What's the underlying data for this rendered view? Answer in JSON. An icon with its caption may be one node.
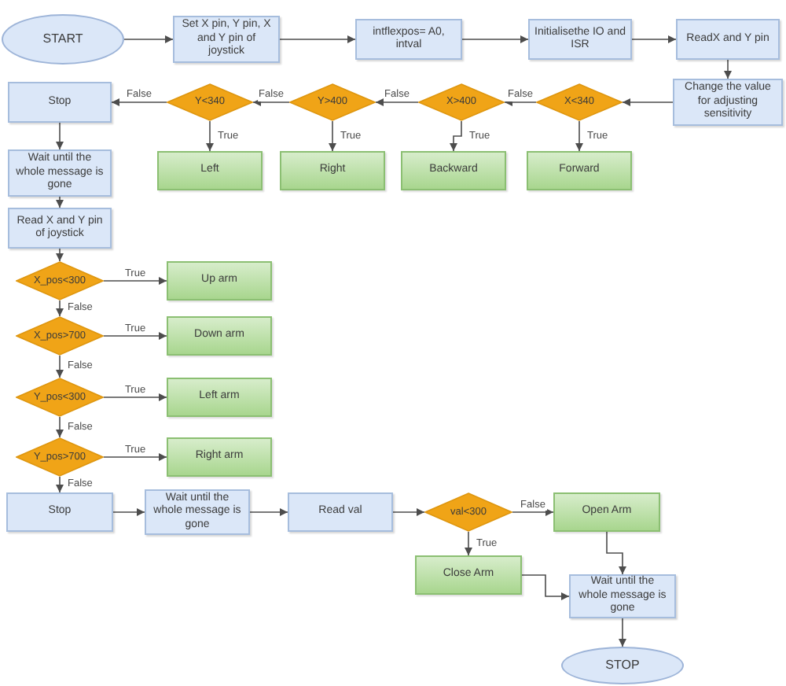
{
  "diagram": {
    "nodes": [
      {
        "text": [
          "START"
        ]
      },
      {
        "text": [
          "Set X pin, Y pin, X and Y pin of joystick"
        ]
      },
      {
        "text": [
          "intflexpos= A0, intval"
        ]
      },
      {
        "text": [
          "Initialisethe IO and ISR"
        ]
      },
      {
        "text": [
          "ReadX and Y pin"
        ]
      },
      {
        "text": [
          "Change the value for adjusting sensitivity"
        ]
      },
      {
        "text": [
          "Stop"
        ]
      },
      {
        "text": [
          "Y<340"
        ]
      },
      {
        "text": [
          "Y>400"
        ]
      },
      {
        "text": [
          "X>400"
        ]
      },
      {
        "text": [
          "X<340"
        ]
      },
      {
        "text": [
          "Left"
        ]
      },
      {
        "text": [
          "Right"
        ]
      },
      {
        "text": [
          "Backward"
        ]
      },
      {
        "text": [
          "Forward"
        ]
      },
      {
        "text": [
          "Wait until the whole message is gone"
        ]
      },
      {
        "text": [
          "Read X and Y pin of joystick"
        ]
      },
      {
        "text": [
          "X_pos<300"
        ]
      },
      {
        "text": [
          "Up arm"
        ]
      },
      {
        "text": [
          "X_pos>700"
        ]
      },
      {
        "text": [
          "Down arm"
        ]
      },
      {
        "text": [
          "Y_pos<300"
        ]
      },
      {
        "text": [
          "Left arm"
        ]
      },
      {
        "text": [
          "Y_pos>700"
        ]
      },
      {
        "text": [
          "Right arm"
        ]
      },
      {
        "text": [
          "Stop"
        ]
      },
      {
        "text": [
          "Wait until the whole message is gone"
        ]
      },
      {
        "text": [
          "Read val"
        ]
      },
      {
        "text": [
          "val<300"
        ]
      },
      {
        "text": [
          "Open Arm"
        ]
      },
      {
        "text": [
          "Close Arm"
        ]
      },
      {
        "text": [
          "Wait until the whole message is gone"
        ]
      },
      {
        "text": [
          "STOP"
        ]
      }
    ],
    "edges": [
      {
        "from": 0,
        "to": 1,
        "arrow": "to"
      },
      {
        "from": 1,
        "to": 2,
        "arrow": "to"
      },
      {
        "from": 2,
        "to": 3,
        "arrow": "to"
      },
      {
        "from": 3,
        "to": 4,
        "arrow": "to"
      },
      {
        "from": 4,
        "to": 5,
        "arrow": "to"
      },
      {
        "from": 5,
        "to": 10,
        "arrow": "to"
      },
      {
        "from": 10,
        "to": 9,
        "label": "False",
        "arrow": "to"
      },
      {
        "from": 9,
        "to": 8,
        "label": "False",
        "arrow": "to"
      },
      {
        "from": 8,
        "to": 7,
        "label": "False",
        "arrow": "to"
      },
      {
        "from": 7,
        "to": 6,
        "label": "False",
        "arrow": "to"
      },
      {
        "from": 10,
        "to": 14,
        "label": "True",
        "arrow": "to"
      },
      {
        "from": 9,
        "to": 13,
        "label": "True",
        "arrow": "to"
      },
      {
        "from": 8,
        "to": 12,
        "label": "True",
        "arrow": "to"
      },
      {
        "from": 7,
        "to": 11,
        "label": "True",
        "arrow": "to"
      },
      {
        "from": 6,
        "to": 15,
        "arrow": "to"
      },
      {
        "from": 15,
        "to": 16,
        "arrow": "to"
      },
      {
        "from": 16,
        "to": 17,
        "arrow": "to"
      },
      {
        "from": 17,
        "to": 18,
        "label": "True",
        "arrow": "to"
      },
      {
        "from": 17,
        "to": 19,
        "label": "False",
        "arrow": "to"
      },
      {
        "from": 19,
        "to": 20,
        "label": "True",
        "arrow": "to"
      },
      {
        "from": 19,
        "to": 21,
        "label": "False",
        "arrow": "to"
      },
      {
        "from": 21,
        "to": 22,
        "label": "True",
        "arrow": "to"
      },
      {
        "from": 21,
        "to": 23,
        "label": "False",
        "arrow": "to"
      },
      {
        "from": 23,
        "to": 24,
        "label": "True",
        "arrow": "to"
      },
      {
        "from": 23,
        "to": 25,
        "label": "False",
        "arrow": "to"
      },
      {
        "from": 25,
        "to": 26,
        "arrow": "to"
      },
      {
        "from": 26,
        "to": 27,
        "arrow": "to"
      },
      {
        "from": 27,
        "to": 28,
        "arrow": "to"
      },
      {
        "from": 28,
        "to": 29,
        "label": "False",
        "arrow": "to"
      },
      {
        "from": 28,
        "to": 30,
        "label": "True",
        "arrow": "to"
      },
      {
        "from": 29,
        "to": 31,
        "arrow": "to"
      },
      {
        "from": 30,
        "to": 31,
        "arrow": "to"
      },
      {
        "from": 31,
        "to": 32,
        "arrow": "to"
      }
    ]
  }
}
